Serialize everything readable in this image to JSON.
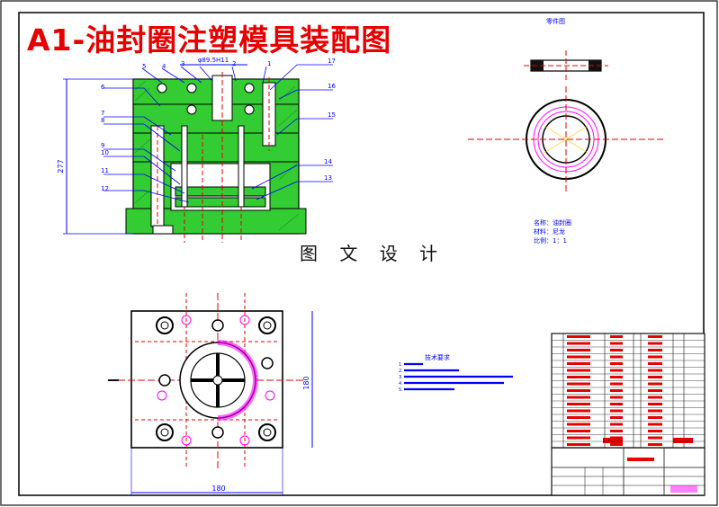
{
  "title": "A1-油封圈注塑模具装配图",
  "watermark": "图 文 设 计",
  "part_view_label": "零件图",
  "dimensions": {
    "overall_height": "277",
    "bottom_width": "180",
    "plan_height": "180",
    "top_fit": "φ89.5H11"
  },
  "part_numbers": [
    "1",
    "2",
    "3",
    "4",
    "5",
    "6",
    "7",
    "8",
    "9",
    "10",
    "11",
    "12",
    "13",
    "14",
    "15",
    "16",
    "17"
  ],
  "part_notes": [
    "名称：油封圈",
    "材料：尼龙",
    "比例：1：1"
  ],
  "tech_req_title": "技术要求",
  "tech_req_items": [
    "1.",
    "2.",
    "3.",
    "4.",
    "5."
  ],
  "colors": {
    "red": "#e60000",
    "green": "#33cc33",
    "blue": "#0000ff",
    "magenta": "#ff00ff",
    "dark": "#111111"
  }
}
